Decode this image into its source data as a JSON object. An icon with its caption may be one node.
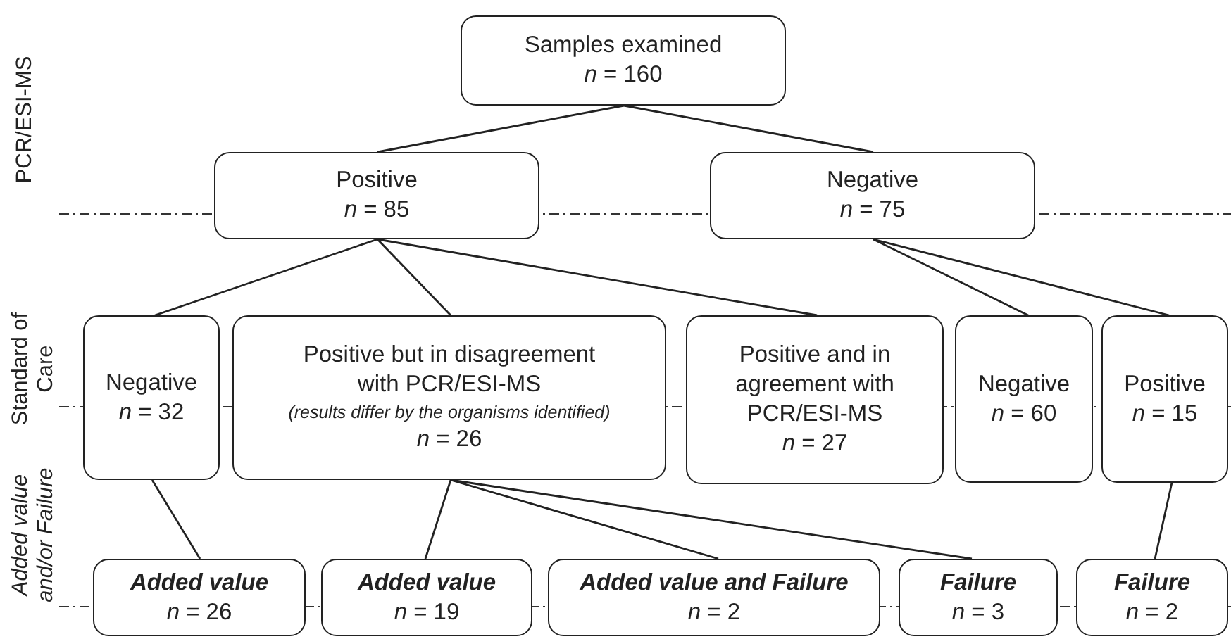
{
  "diagram": {
    "nodes": [
      {
        "text": [
          "Samples examined",
          "*n* = 160"
        ]
      },
      {
        "text": [
          "Positive",
          "*n* = 85"
        ]
      },
      {
        "text": [
          "Negative",
          "*n* = 75"
        ]
      },
      {
        "text": [
          "Negative",
          "*n* = 32"
        ]
      },
      {
        "text": [
          "Positive but in disagreement with PCR/ESI-MS",
          "(results differ by the organisms identified)",
          "*n* = 26"
        ]
      },
      {
        "text": [
          "Positive and in agreement with PCR/ESI-MS",
          "*n* = 27"
        ]
      },
      {
        "text": [
          "Negative",
          "*n* = 60"
        ]
      },
      {
        "text": [
          "Positive",
          "*n* = 15"
        ]
      },
      {
        "text": [
          "Added value",
          "*n* = 26"
        ]
      },
      {
        "text": [
          "Added value",
          "*n* = 19"
        ]
      },
      {
        "text": [
          "Added value and Failure",
          "*n* = 2"
        ]
      },
      {
        "text": [
          "Failure",
          "*n* = 3"
        ]
      },
      {
        "text": [
          "Failure",
          "*n* = 2"
        ]
      }
    ],
    "edges": [
      {
        "from": 0,
        "to": 1,
        "arrow": "none"
      },
      {
        "from": 0,
        "to": 2,
        "arrow": "none"
      },
      {
        "from": 1,
        "to": 3,
        "arrow": "none"
      },
      {
        "from": 1,
        "to": 4,
        "arrow": "none"
      },
      {
        "from": 1,
        "to": 5,
        "arrow": "none"
      },
      {
        "from": 2,
        "to": 6,
        "arrow": "none"
      },
      {
        "from": 2,
        "to": 7,
        "arrow": "none"
      },
      {
        "from": 3,
        "to": 8,
        "arrow": "none"
      },
      {
        "from": 4,
        "to": 9,
        "arrow": "none"
      },
      {
        "from": 4,
        "to": 10,
        "arrow": "none"
      },
      {
        "from": 4,
        "to": 11,
        "arrow": "none"
      },
      {
        "from": 7,
        "to": 12,
        "arrow": "none"
      }
    ],
    "labels": [
      "PCR/ESI-MS",
      "Standard of Care",
      "Added value and/or Failure"
    ]
  }
}
